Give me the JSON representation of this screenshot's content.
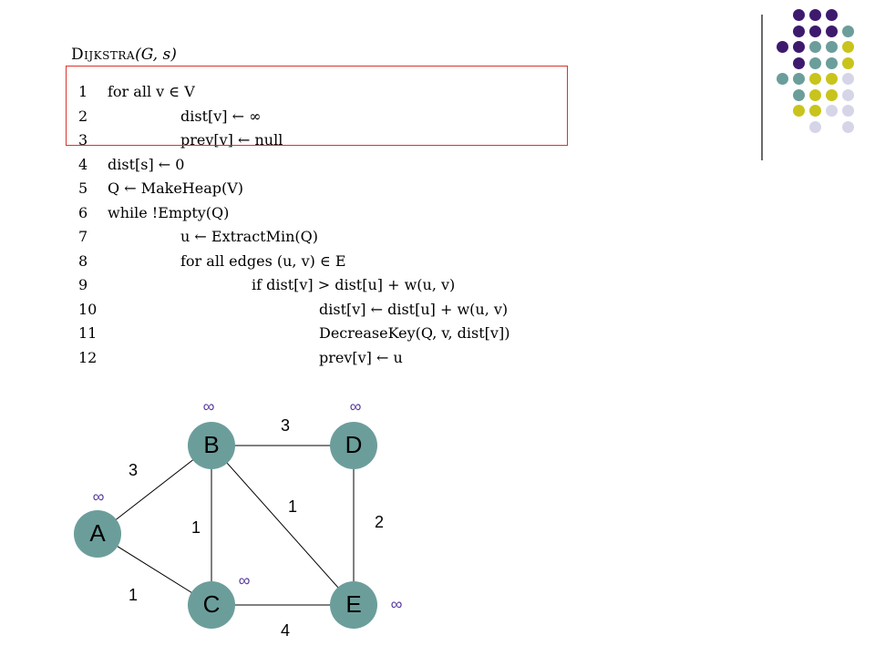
{
  "algorithm": {
    "title_name": "Dijkstra",
    "title_args": "(G, s)",
    "lines": [
      {
        "num": "1",
        "indent": 0,
        "text": "for all v ∈ V"
      },
      {
        "num": "2",
        "indent": 1,
        "text": "dist[v] ← ∞"
      },
      {
        "num": "3",
        "indent": 1,
        "text": "prev[v] ← null"
      },
      {
        "num": "4",
        "indent": 0,
        "text": "dist[s] ← 0"
      },
      {
        "num": "5",
        "indent": 0,
        "text": "Q ← MakeHeap(V)"
      },
      {
        "num": "6",
        "indent": 0,
        "text": "while !Empty(Q)"
      },
      {
        "num": "7",
        "indent": 1,
        "text": "u ← ExtractMin(Q)"
      },
      {
        "num": "8",
        "indent": 1,
        "text": "for all edges (u, v) ∈ E"
      },
      {
        "num": "9",
        "indent": 2,
        "text": "if dist[v] > dist[u] + w(u, v)"
      },
      {
        "num": "10",
        "indent": 3,
        "text": "dist[v] ← dist[u] + w(u, v)"
      },
      {
        "num": "11",
        "indent": 3,
        "text": "DecreaseKey(Q, v, dist[v])"
      },
      {
        "num": "12",
        "indent": 3,
        "text": "prev[v] ← u"
      }
    ]
  },
  "graph": {
    "nodes": [
      {
        "id": "A",
        "label": "A",
        "dist": "∞"
      },
      {
        "id": "B",
        "label": "B",
        "dist": "∞"
      },
      {
        "id": "C",
        "label": "C",
        "dist": "∞"
      },
      {
        "id": "D",
        "label": "D",
        "dist": "∞"
      },
      {
        "id": "E",
        "label": "E",
        "dist": "∞"
      }
    ],
    "edges": [
      {
        "from": "A",
        "to": "B",
        "weight": "3"
      },
      {
        "from": "A",
        "to": "C",
        "weight": "1"
      },
      {
        "from": "B",
        "to": "C",
        "weight": "1"
      },
      {
        "from": "B",
        "to": "D",
        "weight": "3"
      },
      {
        "from": "B",
        "to": "E",
        "weight": "1"
      },
      {
        "from": "C",
        "to": "E",
        "weight": "4"
      },
      {
        "from": "D",
        "to": "E",
        "weight": "2"
      }
    ]
  },
  "colors": {
    "node_fill": "#6b9e9b",
    "highlight_border": "#d9342b",
    "dot_purple": "#3e1a6e",
    "dot_teal": "#6b9e9b",
    "dot_yellow": "#c8c41c",
    "dot_lavender": "#d6d5e8"
  }
}
